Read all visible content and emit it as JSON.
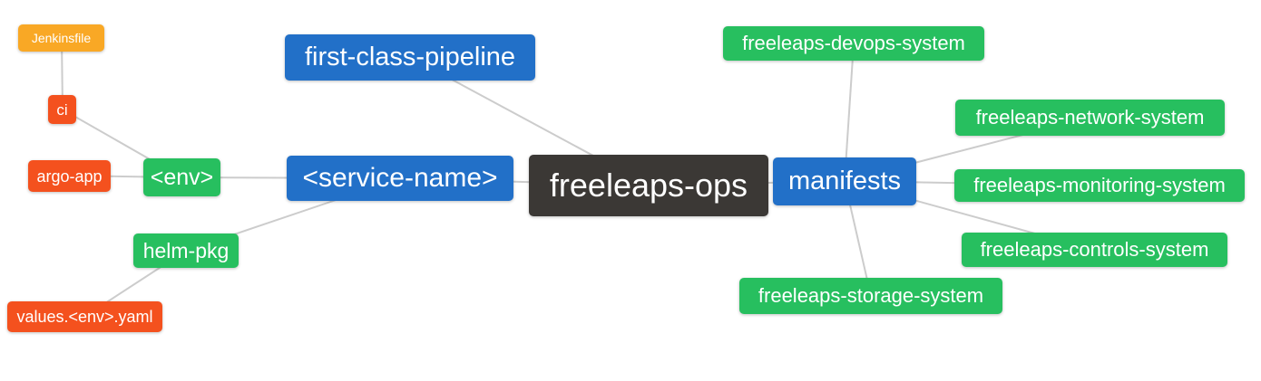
{
  "palette": {
    "background": "#FFFFFF",
    "edge": "#CCCCCC",
    "text": "#FFFFFF",
    "root_bg": "#3B3835",
    "branch_bg": "#2270C8",
    "leaf_green_bg": "#27BF5F",
    "leaf_red_bg": "#F4511E",
    "leaf_orange_bg": "#F9A825"
  },
  "mindmap": {
    "root": "freeleaps-ops",
    "nodes": [
      {
        "id": "jenkinsfile",
        "label": "Jenkinsfile",
        "color": "orange"
      },
      {
        "id": "ci",
        "label": "ci",
        "color": "red"
      },
      {
        "id": "argo-app",
        "label": "argo-app",
        "color": "red"
      },
      {
        "id": "env",
        "label": "<env>",
        "color": "green"
      },
      {
        "id": "helm-pkg",
        "label": "helm-pkg",
        "color": "green"
      },
      {
        "id": "values-env-yaml",
        "label": "values.<env>.yaml",
        "color": "red"
      },
      {
        "id": "first-class-pipeline",
        "label": "first-class-pipeline",
        "color": "blue"
      },
      {
        "id": "service-name",
        "label": "<service-name>",
        "color": "blue"
      },
      {
        "id": "freeleaps-ops",
        "label": "freeleaps-ops",
        "color": "dark"
      },
      {
        "id": "manifests",
        "label": "manifests",
        "color": "blue"
      },
      {
        "id": "freeleaps-devops-system",
        "label": "freeleaps-devops-system",
        "color": "green"
      },
      {
        "id": "freeleaps-network-system",
        "label": "freeleaps-network-system",
        "color": "green"
      },
      {
        "id": "freeleaps-monitoring-system",
        "label": "freeleaps-monitoring-system",
        "color": "green"
      },
      {
        "id": "freeleaps-controls-system",
        "label": "freeleaps-controls-system",
        "color": "green"
      },
      {
        "id": "freeleaps-storage-system",
        "label": "freeleaps-storage-system",
        "color": "green"
      }
    ],
    "edges": [
      [
        "jenkinsfile",
        "ci"
      ],
      [
        "ci",
        "env"
      ],
      [
        "argo-app",
        "env"
      ],
      [
        "env",
        "service-name"
      ],
      [
        "helm-pkg",
        "service-name"
      ],
      [
        "values-env-yaml",
        "helm-pkg"
      ],
      [
        "service-name",
        "freeleaps-ops"
      ],
      [
        "first-class-pipeline",
        "freeleaps-ops"
      ],
      [
        "freeleaps-ops",
        "manifests"
      ],
      [
        "manifests",
        "freeleaps-devops-system"
      ],
      [
        "manifests",
        "freeleaps-network-system"
      ],
      [
        "manifests",
        "freeleaps-monitoring-system"
      ],
      [
        "manifests",
        "freeleaps-controls-system"
      ],
      [
        "manifests",
        "freeleaps-storage-system"
      ]
    ]
  }
}
